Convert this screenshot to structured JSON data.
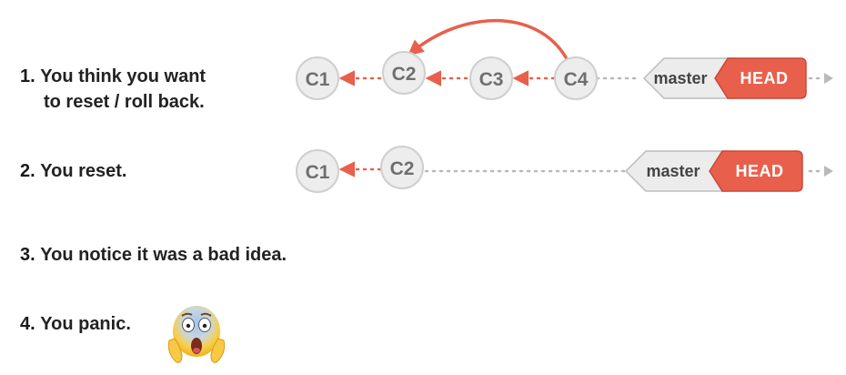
{
  "steps": [
    {
      "num": "1.",
      "line1": "You think you want",
      "line2": "to reset / roll back."
    },
    {
      "num": "2.",
      "text": "You reset."
    },
    {
      "num": "3.",
      "text": "You notice it was a bad idea."
    },
    {
      "num": "4.",
      "text": "You panic."
    }
  ],
  "row1": {
    "commits": [
      "C1",
      "C2",
      "C3",
      "C4"
    ],
    "branch": "master",
    "head": "HEAD"
  },
  "row2": {
    "commits": [
      "C1",
      "C2"
    ],
    "branch": "master",
    "head": "HEAD"
  },
  "emoji": "panic-face-emoji",
  "colors": {
    "accent": "#e8604c",
    "commit_fill": "#ededed",
    "commit_stroke": "#cfcfcf",
    "dotted": "#b9b9b9",
    "branch_fill": "#ececec"
  }
}
